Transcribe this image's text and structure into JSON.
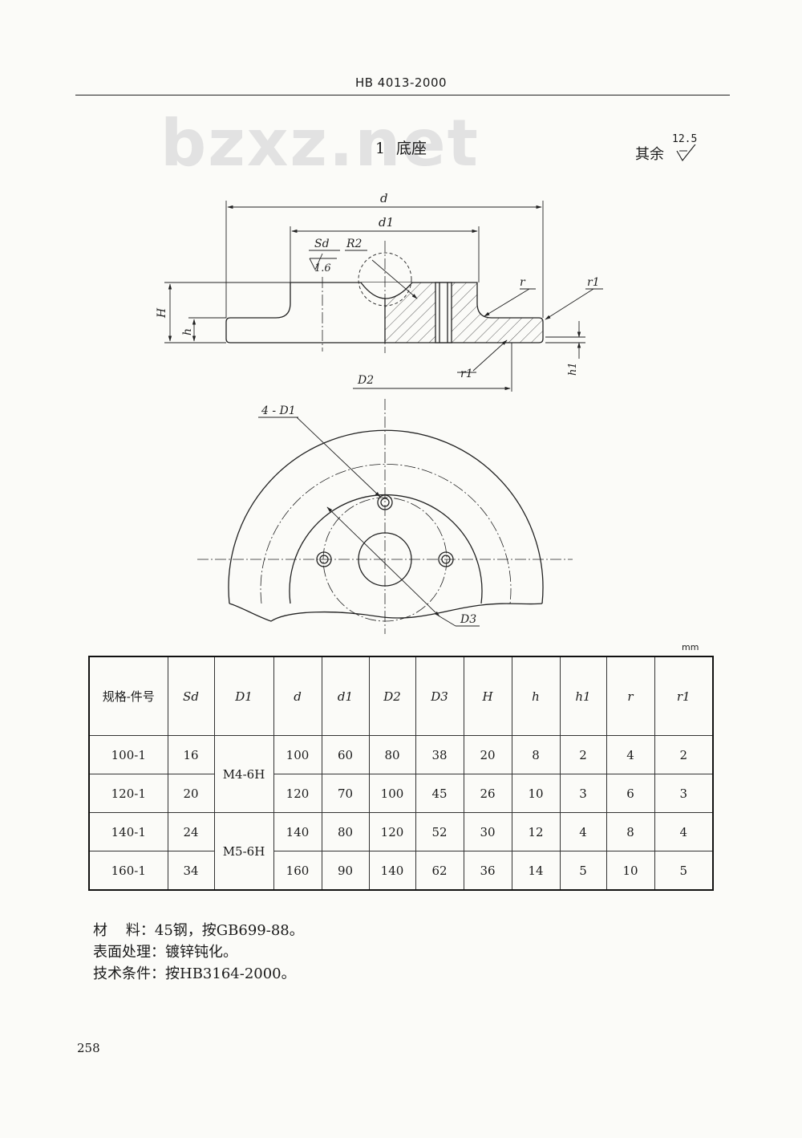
{
  "header": {
    "code": "HB 4013-2000"
  },
  "watermark": "bzxz.net",
  "section": {
    "number": "1",
    "title": "底座"
  },
  "roughness": {
    "label": "其余",
    "value": "12.5"
  },
  "drawing": {
    "labels": {
      "d": "d",
      "d1": "d1",
      "Sd": "Sd",
      "R2": "R2",
      "rough": "1.6",
      "r": "r",
      "r1": "r1",
      "H": "H",
      "h": "h",
      "h1": "h1",
      "D2": "D2",
      "D1_callout": "4 - D1",
      "D3": "D3"
    }
  },
  "table": {
    "unit": "mm",
    "headers": [
      "规格-件号",
      "Sd",
      "D1",
      "d",
      "d1",
      "D2",
      "D3",
      "H",
      "h",
      "h1",
      "r",
      "r1"
    ],
    "rows": [
      [
        "100-1",
        "16",
        "M4-6H",
        "100",
        "60",
        "80",
        "38",
        "20",
        "8",
        "2",
        "4",
        "2"
      ],
      [
        "120-1",
        "20",
        "",
        "120",
        "70",
        "100",
        "45",
        "26",
        "10",
        "3",
        "6",
        "3"
      ],
      [
        "140-1",
        "24",
        "M5-6H",
        "140",
        "80",
        "120",
        "52",
        "30",
        "12",
        "4",
        "8",
        "4"
      ],
      [
        "160-1",
        "34",
        "",
        "160",
        "90",
        "140",
        "62",
        "36",
        "14",
        "5",
        "10",
        "5"
      ]
    ]
  },
  "notes": [
    {
      "label": "材    料：",
      "text": "45钢，按GB699-88。"
    },
    {
      "label": "表面处理：",
      "text": "镀锌钝化。"
    },
    {
      "label": "技术条件：",
      "text": "按HB3164-2000。"
    }
  ],
  "page_number": "258"
}
